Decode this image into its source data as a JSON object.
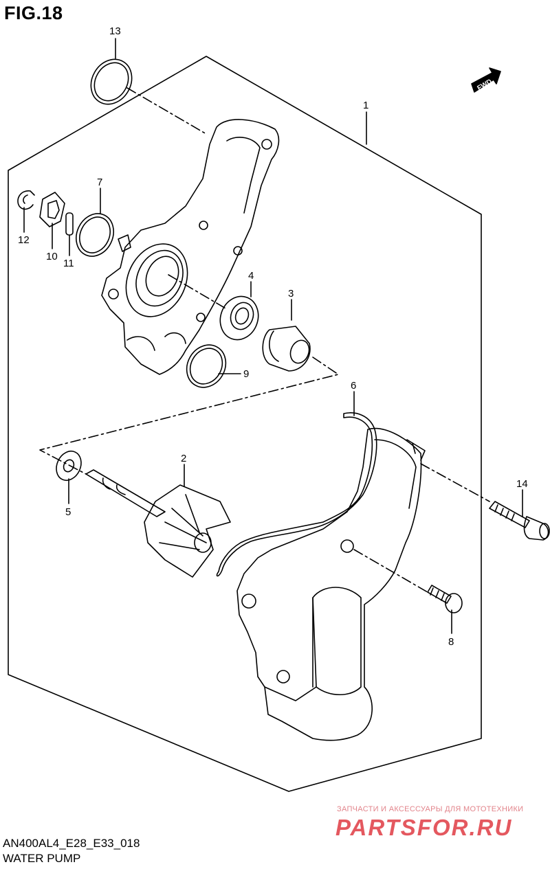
{
  "figure": {
    "title": "FIG.18",
    "code": "AN400AL4_E28_E33_018",
    "name": "WATER PUMP",
    "direction_label": "FWD"
  },
  "callouts": [
    "1",
    "2",
    "3",
    "4",
    "5",
    "6",
    "7",
    "8",
    "9",
    "10",
    "11",
    "12",
    "13",
    "14"
  ],
  "watermark": {
    "tagline": "ЗАПЧАСТИ И АКСЕССУАРЫ ДЛЯ МОТОТЕХНИКИ",
    "brand": "PARTSFOR.RU",
    "color": "#e4585f"
  },
  "colors": {
    "line": "#000000",
    "background": "#ffffff"
  }
}
